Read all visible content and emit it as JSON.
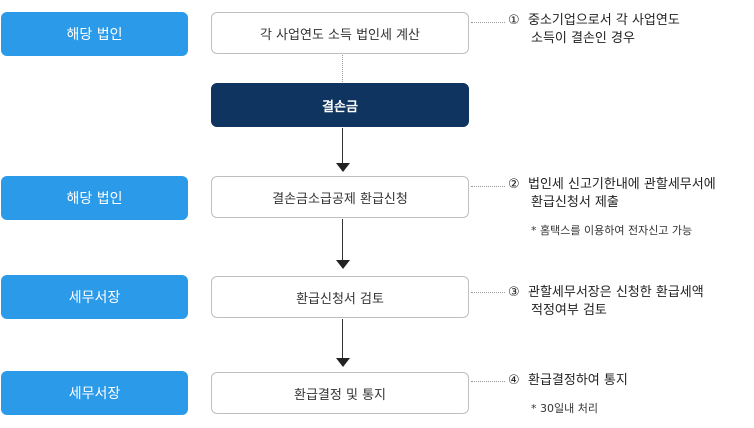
{
  "rows": [
    {
      "actor": "해당 법인",
      "step": "각 사업연도 소득 법인세 계산",
      "num": "①",
      "note_line1": "중소기업으로서 각 사업연도",
      "note_line2": "소득이 결손인 경우",
      "sub": ""
    },
    {
      "actor": "",
      "step": "결손금",
      "num": "",
      "note_line1": "",
      "note_line2": "",
      "sub": ""
    },
    {
      "actor": "해당 법인",
      "step": "결손금소급공제 환급신청",
      "num": "②",
      "note_line1": "법인세 신고기한내에 관할세무서에",
      "note_line2": "환급신청서 제출",
      "sub": "* 홈택스를 이용하여 전자신고 가능"
    },
    {
      "actor": "세무서장",
      "step": "환급신청서 검토",
      "num": "③",
      "note_line1": "관할세무서장은 신청한 환급세액",
      "note_line2": "적정여부 검토",
      "sub": ""
    },
    {
      "actor": "세무서장",
      "step": "환급결정 및 통지",
      "num": "④",
      "note_line1": "환급결정하여 통지",
      "note_line2": "",
      "sub": "* 30일내 처리"
    }
  ],
  "colors": {
    "actor_bg": "#2b9ae8",
    "highlight_bg": "#0f3460"
  }
}
